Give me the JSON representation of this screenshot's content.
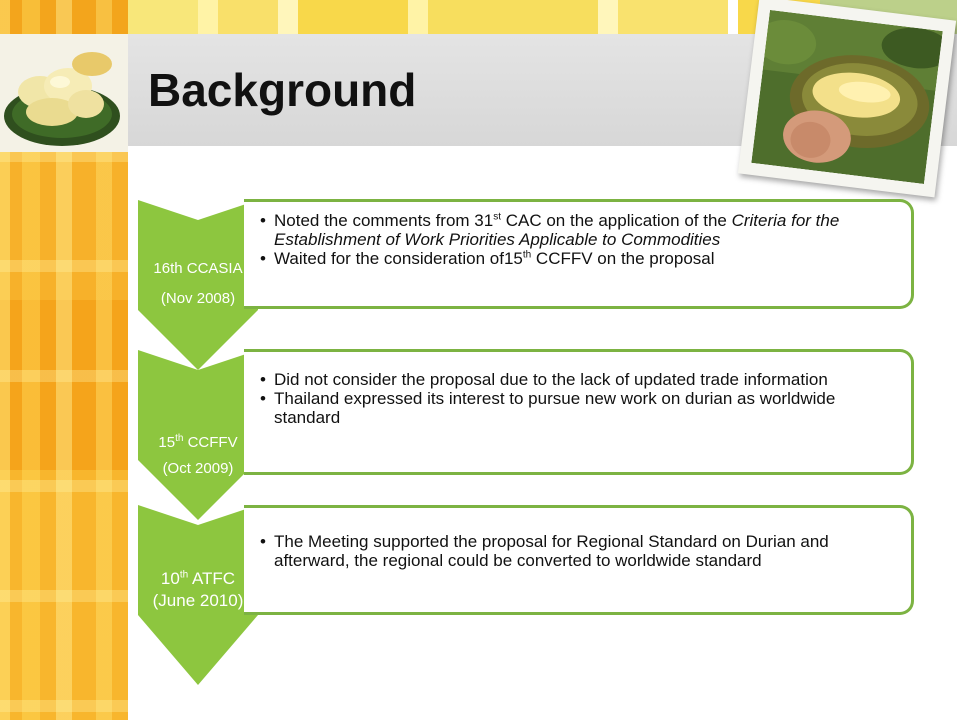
{
  "slide": {
    "title": "Background"
  },
  "stages": [
    {
      "meeting_html": "16th CCASIA",
      "date": "(Nov 2008)",
      "bullets_html": [
        "Noted the comments from 31<sup>st</sup> CAC on the application of the <i>Criteria for the Establishment of Work Priorities Applicable to Commodities</i>",
        "Waited for the consideration of15<sup>th</sup> CCFFV on the proposal"
      ]
    },
    {
      "meeting_html": "15<sup>th</sup> CCFFV",
      "date": "(Oct 2009)",
      "bullets_html": [
        "Did not consider the proposal due to the lack of updated trade information",
        "Thailand expressed its interest to pursue new work on durian as worldwide standard"
      ]
    },
    {
      "meeting_html": "10<sup>th</sup> ATFC",
      "date": "(June 2010)",
      "bullets_html": [
        "The Meeting supported the proposal for Regional Standard on Durian and afterward, the regional could be converted to worldwide standard"
      ]
    }
  ],
  "colors": {
    "accent_green": "#7cb342",
    "chevron_green": "#8dc63f",
    "band_orange": "#f5a41b"
  },
  "images": {
    "left_photo": "durian-flesh-photo",
    "right_photo": "opened-durian-photo"
  }
}
